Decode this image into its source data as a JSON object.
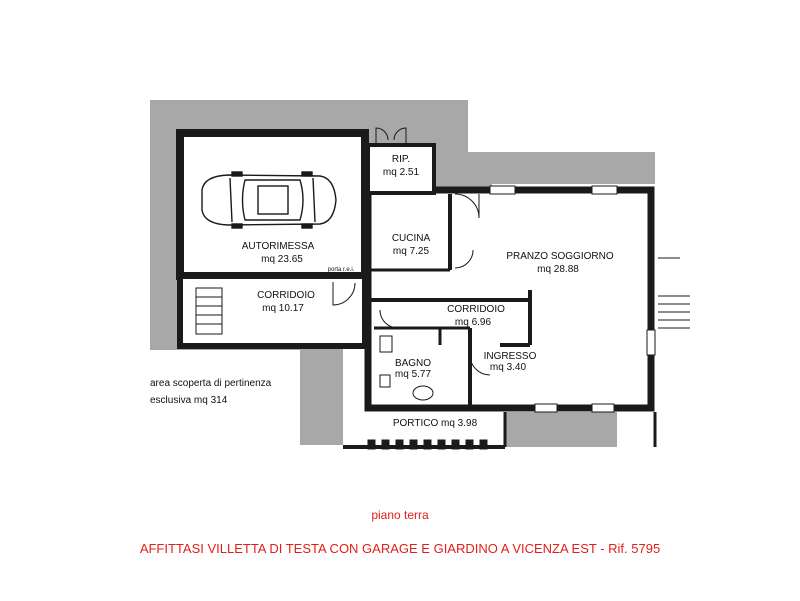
{
  "rooms": [
    {
      "name": "AUTORIMESSA",
      "area": "mq 23.65"
    },
    {
      "name": "RIP.",
      "area": "mq 2.51"
    },
    {
      "name": "CUCINA",
      "area": "mq 7.25"
    },
    {
      "name": "PRANZO SOGGIORNO",
      "area": "mq 28.88"
    },
    {
      "name": "CORRIDOIO",
      "area": "mq 10.17"
    },
    {
      "name": "CORRIDOIO",
      "area": "mq 6.96"
    },
    {
      "name": "BAGNO",
      "area": "mq 5.77"
    },
    {
      "name": "INGRESSO",
      "area": "mq 3.40"
    },
    {
      "name": "PORTICO mq 3.98"
    }
  ],
  "door_note": "porta r.e.i.",
  "outdoor_area": {
    "line1": "area scoperta di pertinenza",
    "line2": "esclusiva mq 314"
  },
  "floor_label": "piano terra",
  "title": "AFFITTASI VILLETTA DI TESTA CON GARAGE E GIARDINO A VICENZA EST - Rif. 5795",
  "colors": {
    "wall": "#1a1a1a",
    "surround": "#a8a8a8",
    "caption": "#e0201a"
  }
}
